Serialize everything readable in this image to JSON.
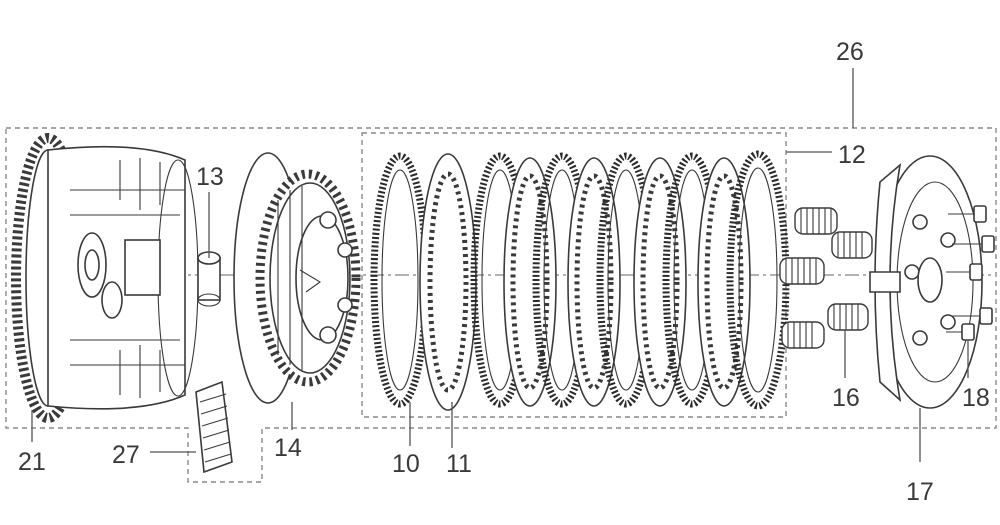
{
  "callouts": [
    {
      "id": "label-26",
      "text": "26"
    },
    {
      "id": "label-12",
      "text": "12"
    },
    {
      "id": "label-13",
      "text": "13"
    },
    {
      "id": "label-21",
      "text": "21"
    },
    {
      "id": "label-27",
      "text": "27"
    },
    {
      "id": "label-14",
      "text": "14"
    },
    {
      "id": "label-10",
      "text": "10"
    },
    {
      "id": "label-11",
      "text": "11"
    },
    {
      "id": "label-16",
      "text": "16"
    },
    {
      "id": "label-18",
      "text": "18"
    },
    {
      "id": "label-17",
      "text": "17"
    }
  ],
  "colors": {
    "ink": "#3a3a3a",
    "dashed_box": "#8a8a8a",
    "background": "#ffffff"
  }
}
